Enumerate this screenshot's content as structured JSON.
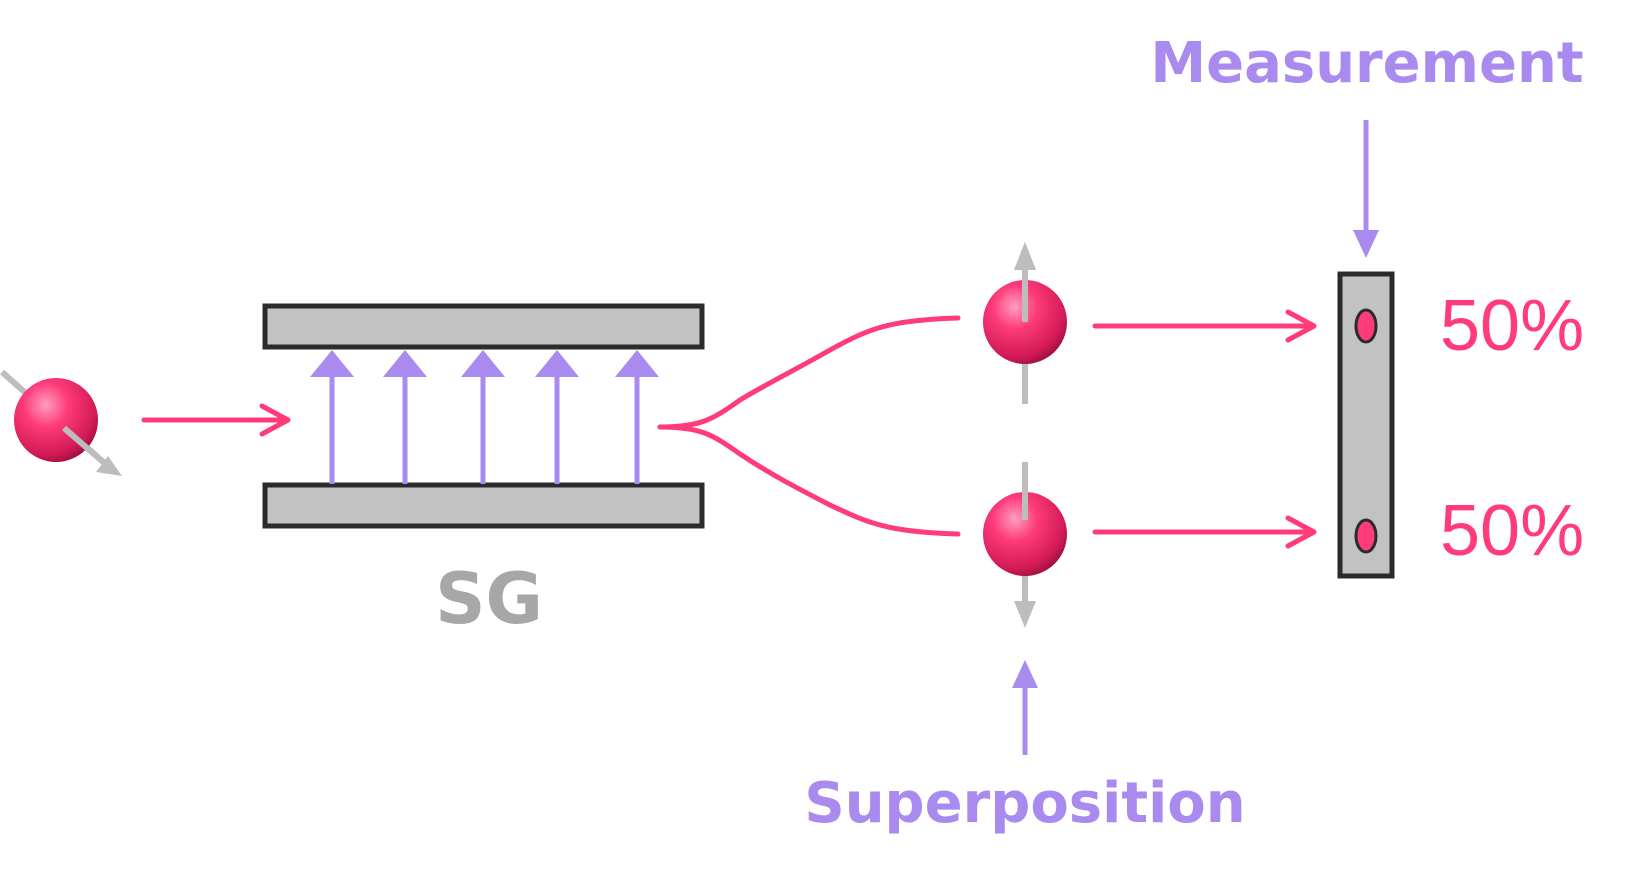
{
  "colors": {
    "pink": "#ff3b7a",
    "purple": "#a98aef",
    "gray": "#bdbdbd",
    "label_gray": "#a7a7a7",
    "outline": "#2b2b2b"
  },
  "labels": {
    "device": "SG",
    "measurement": "Measurement",
    "superposition": "Superposition"
  },
  "outcomes": [
    {
      "value": "50%"
    },
    {
      "value": "50%"
    }
  ],
  "icons": {
    "particle": "spin-particle-icon",
    "field_arrow": "field-arrow-icon"
  }
}
